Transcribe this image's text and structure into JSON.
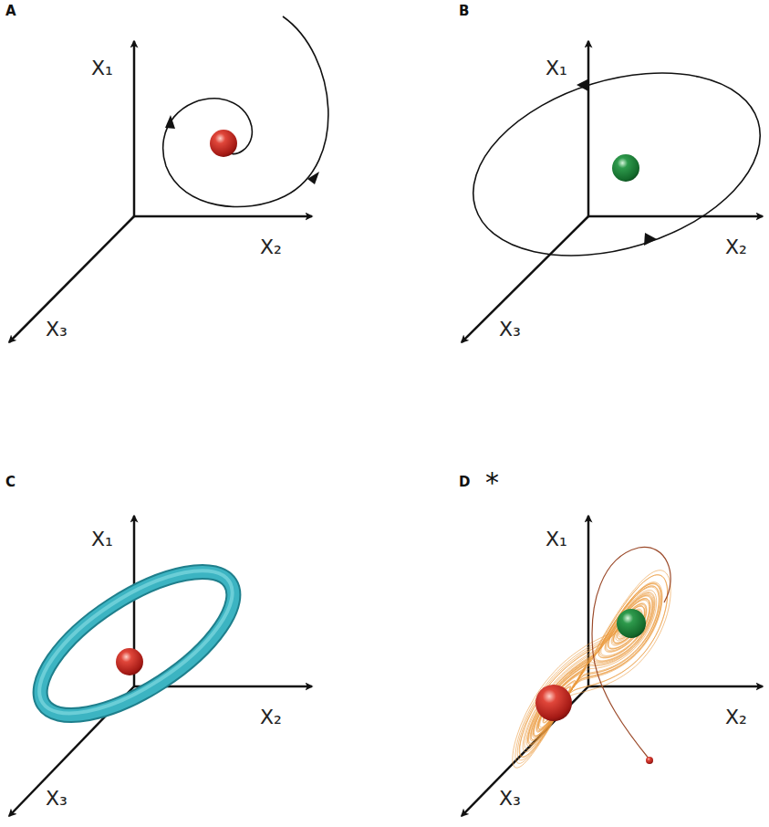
{
  "diagram": {
    "labels": [
      "A",
      "X₁",
      "X₂",
      "X₃",
      "B",
      "X₁",
      "X₂",
      "X₃",
      "C",
      "X₁",
      "X₂",
      "X₃",
      "D",
      "*",
      "X₁",
      "X₂",
      "X₃"
    ]
  }
}
